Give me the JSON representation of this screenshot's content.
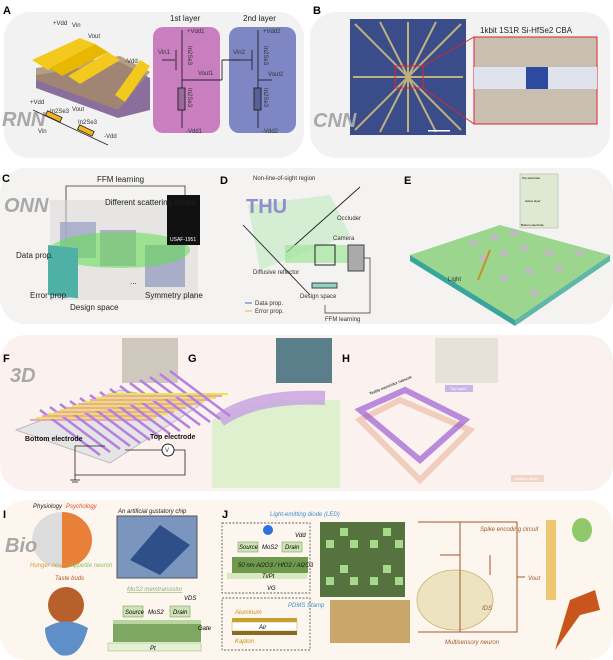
{
  "panels": {
    "A": {
      "label": "A",
      "tag": "RNN",
      "layer1": "1st layer",
      "layer2": "2nd layer",
      "device_terminals": [
        "+Vdd",
        "Vin",
        "Vout",
        "-Vdd"
      ],
      "circuit1": {
        "vdd_top": "+Vdd1",
        "vin": "Vin1",
        "vout": "Vout1",
        "vdd_bottom": "-Vdd1",
        "material": "In2Se3"
      },
      "circuit2": {
        "vdd_top": "+Vdd2",
        "vin": "Vin2",
        "vout": "Vout2",
        "vdd_bottom": "-Vdd2",
        "material": "In2Se3"
      },
      "schematic": {
        "vdd_plus": "+Vdd",
        "vin": "Vin",
        "vout": "Vout",
        "vdd_minus": "-Vdd",
        "material": "In2Se3"
      },
      "colors": {
        "layer1": "#c97fbf",
        "layer2": "#7f86c4",
        "electrode": "#f2c91c"
      }
    },
    "B": {
      "label": "B",
      "tag": "CNN",
      "inset_title": "1kbit 1S1R Si-HfSe2 CBA",
      "highlight_color": "#e3222a"
    },
    "C": {
      "label": "C",
      "tag": "ONN",
      "ffm": "FFM learning",
      "media": "Different scattering media",
      "data_prop": "Data prop.",
      "error_prop": "Error prop.",
      "design_space": "Design space",
      "symmetry": "Symmetry plane",
      "target": "USAF-1951",
      "ellipsis": "..."
    },
    "D": {
      "label": "D",
      "region": "Non-line-of-sight region",
      "letters": "THU",
      "occluder": "Occluder",
      "camera": "Camera",
      "reflector": "Diffusive reflector",
      "design_space": "Design space",
      "legend": [
        "Data prop.",
        "Error prop."
      ],
      "ffm": "FFM learning"
    },
    "E": {
      "label": "E",
      "light": "Light",
      "inset": [
        "Top electrode",
        "Active layer",
        "Bottom electrode"
      ]
    },
    "F": {
      "label": "F",
      "tag": "3D",
      "bottom_electrode": "Bottom electrode",
      "top_electrode": "Top electrode",
      "meter": "V"
    },
    "G": {
      "label": "G"
    },
    "H": {
      "label": "H",
      "network": "Textile memristor network",
      "top_layer": "Top layer",
      "bottom_layer": "Bottom layer"
    },
    "I": {
      "label": "I",
      "tag": "Bio",
      "physiology": "Physiology",
      "psychology": "Psychology",
      "hunger": "Hunger neuron",
      "appetite": "Appetite neuron",
      "taste": "Taste buds",
      "chip_title": "An artificial gustatory chip",
      "device_title": "MoS2 memtransistor",
      "source": "Source",
      "channel": "MoS2",
      "drain": "Drain",
      "vds": "VDS",
      "gate": "Gate",
      "substrate": "Pt"
    },
    "J": {
      "label": "J",
      "led": "Light-emitting diode (LED)",
      "source": "Source",
      "channel": "MoS2",
      "drain": "Drain",
      "vdd": "Vdd",
      "dielectric": "50 nm Al2O3 / HfO2 / Al2O3",
      "bottom": "Ti/Pt",
      "vg": "VG",
      "aluminum": "Aluminum",
      "air": "Air",
      "kapton": "Kapton",
      "stamp": "PDMS Stamp",
      "spike": "Spike encoding circuit",
      "neuron": "Multisensory neuron",
      "vout": "Vout",
      "ids": "IDS"
    }
  }
}
